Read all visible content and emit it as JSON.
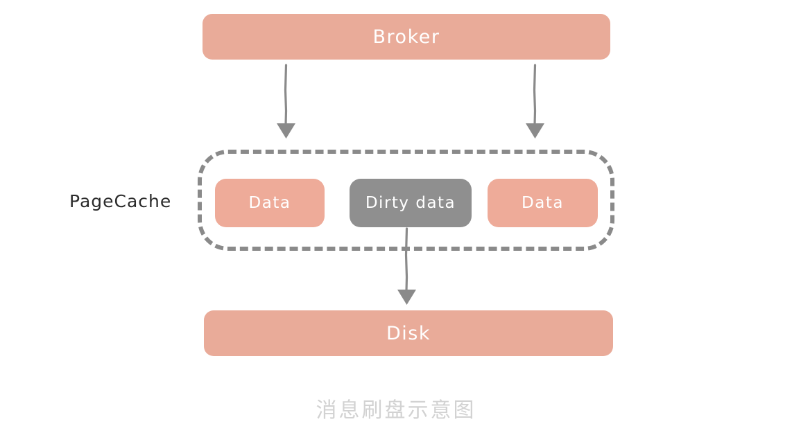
{
  "diagram": {
    "title_caption": "消息刷盘示意图",
    "colors": {
      "box_fill": "#e9ab99",
      "dirty_fill": "#8f8f8f",
      "dashed_border": "#8a8a8a",
      "arrow": "#8a8a8a",
      "box_text": "#ffffff",
      "label_text": "#2b2b2b",
      "caption_text": "#d2d2d2",
      "background": "#ffffff"
    },
    "nodes": {
      "broker": {
        "label": "Broker"
      },
      "disk": {
        "label": "Disk"
      },
      "pagecache": {
        "label": "PageCache",
        "items": [
          {
            "label": "Data",
            "kind": "clean"
          },
          {
            "label": "Dirty data",
            "kind": "dirty"
          },
          {
            "label": "Data",
            "kind": "clean"
          }
        ]
      }
    },
    "edges": [
      {
        "name": "broker-to-cache-left",
        "from": "broker",
        "to": "pagecache",
        "direction": "down"
      },
      {
        "name": "broker-to-cache-right",
        "from": "broker",
        "to": "pagecache",
        "direction": "down"
      },
      {
        "name": "dirty-to-disk",
        "from": "dirty data",
        "to": "disk",
        "direction": "down"
      }
    ]
  }
}
